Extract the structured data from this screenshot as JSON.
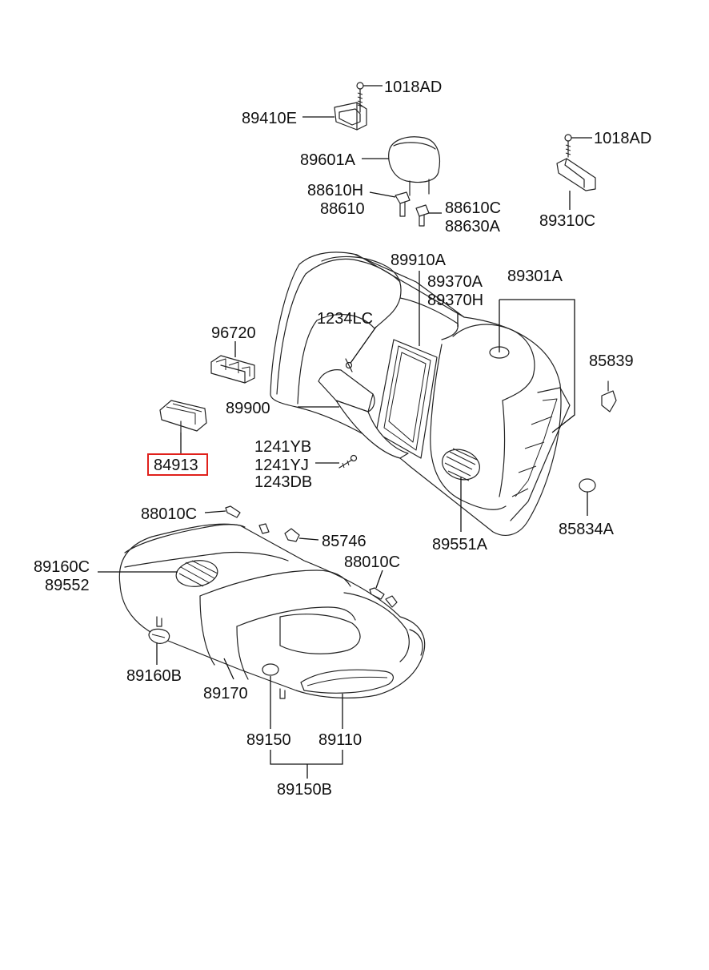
{
  "diagram": {
    "highlighted_part": "84913",
    "labels": {
      "p1018AD_top": "1018AD",
      "p89410E": "89410E",
      "p89601A": "89601A",
      "p88610H": "88610H",
      "p88610": "88610",
      "p88610C": "88610C",
      "p88630A": "88630A",
      "p1018AD_right": "1018AD",
      "p89310C": "89310C",
      "p89910A": "89910A",
      "p89370A": "89370A",
      "p89370H": "89370H",
      "p89301A": "89301A",
      "p96720": "96720",
      "p1234LC": "1234LC",
      "p85839": "85839",
      "p89900": "89900",
      "p84913": "84913",
      "p1241YB": "1241YB",
      "p1241YJ": "1241YJ",
      "p1243DB": "1243DB",
      "p85834A": "85834A",
      "p89551A": "89551A",
      "p88010C_top": "88010C",
      "p85746": "85746",
      "p89160C": "89160C",
      "p89552": "89552",
      "p88010C_mid": "88010C",
      "p89160B": "89160B",
      "p89170": "89170",
      "p89150": "89150",
      "p89110": "89110",
      "p89150B": "89150B"
    }
  }
}
